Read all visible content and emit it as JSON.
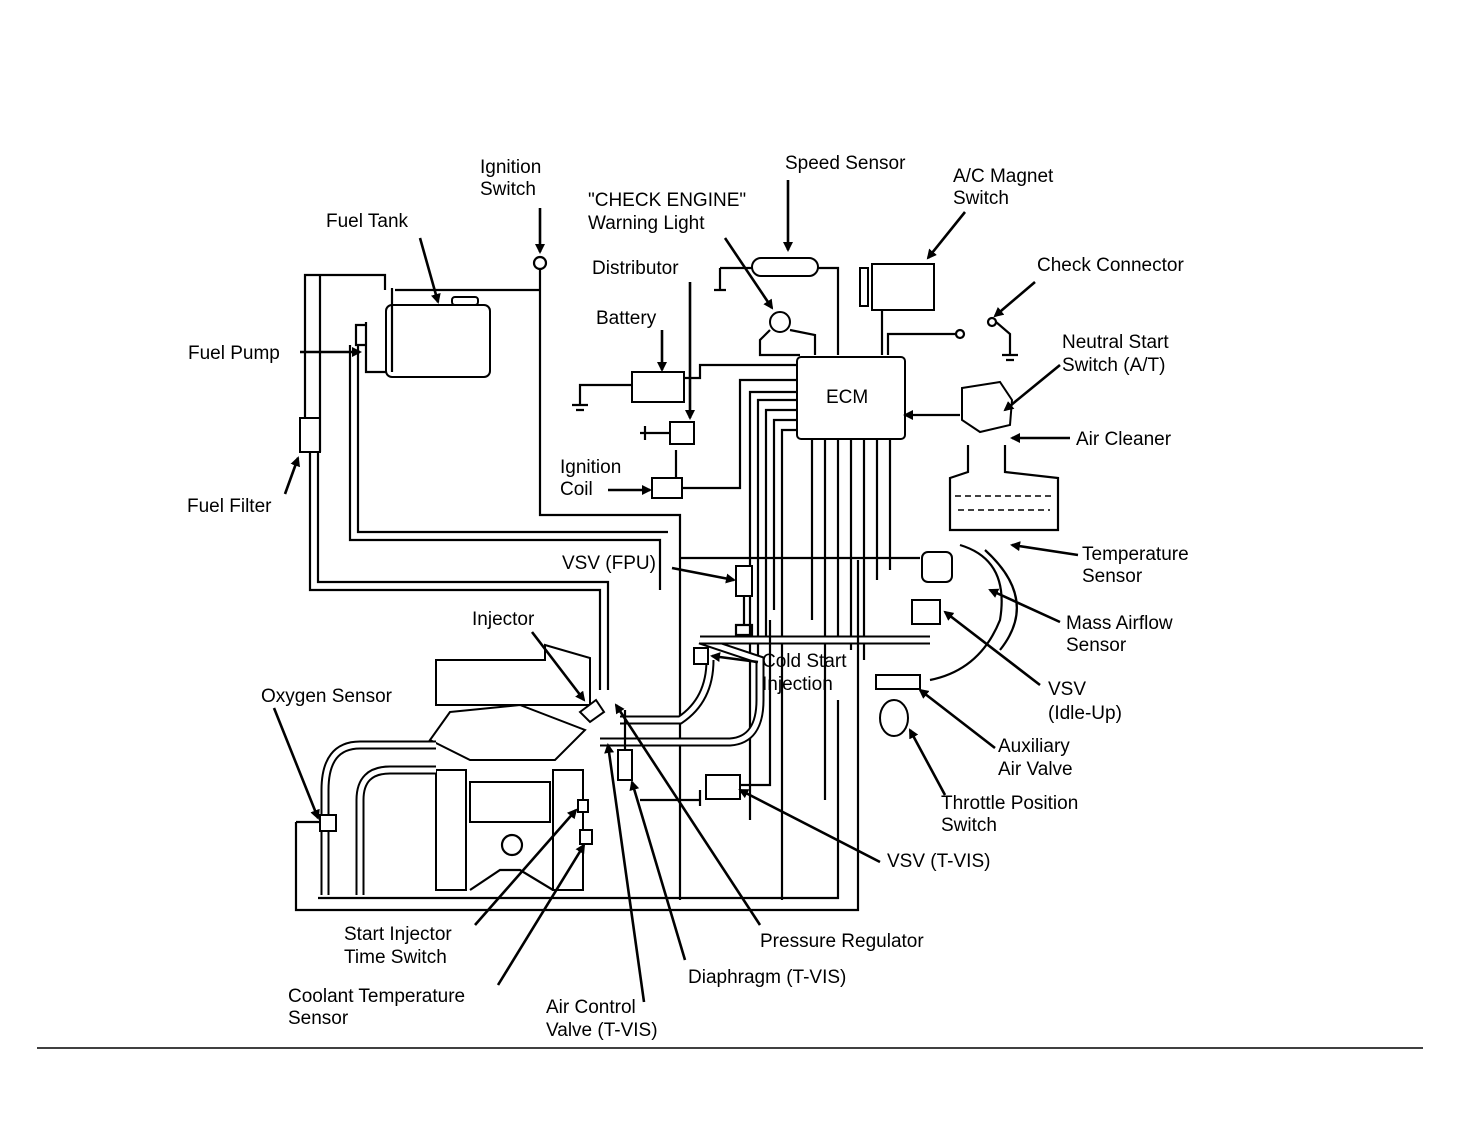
{
  "diagram": {
    "labels": {
      "ignition_switch": [
        "Ignition",
        "Switch"
      ],
      "fuel_tank": "Fuel Tank",
      "speed_sensor": "Speed Sensor",
      "ac_magnet_switch": [
        "A/C Magnet",
        "Switch"
      ],
      "check_engine_light": [
        "\"CHECK ENGINE\"",
        "Warning Light"
      ],
      "distributor": "Distributor",
      "check_connector": "Check Connector",
      "battery": "Battery",
      "neutral_start_switch": [
        "Neutral Start",
        "Switch (A/T)"
      ],
      "fuel_pump": "Fuel Pump",
      "ecm": "ECM",
      "air_cleaner": "Air Cleaner",
      "ignition_coil": [
        "Ignition",
        "Coil"
      ],
      "fuel_filter": "Fuel Filter",
      "temperature_sensor": [
        "Temperature",
        "Sensor"
      ],
      "vsv_fpu": "VSV (FPU)",
      "mass_airflow_sensor": [
        "Mass Airflow",
        "Sensor"
      ],
      "injector": "Injector",
      "cold_start_injection": [
        "Cold Start",
        "Injection"
      ],
      "oxygen_sensor": "Oxygen Sensor",
      "vsv_idle_up": [
        "VSV",
        "(Idle-Up)"
      ],
      "auxiliary_air_valve": [
        "Auxiliary",
        "Air Valve"
      ],
      "throttle_position_switch": [
        "Throttle Position",
        "Switch"
      ],
      "vsv_tvis": "VSV (T-VIS)",
      "start_injector_time_switch": [
        "Start Injector",
        "Time Switch"
      ],
      "pressure_regulator": "Pressure Regulator",
      "diaphragm_tvis": "Diaphragm (T-VIS)",
      "coolant_temperature_sensor": [
        "Coolant Temperature",
        "Sensor"
      ],
      "air_control_valve_tvis": [
        "Air Control",
        "Valve (T-VIS)"
      ]
    }
  }
}
